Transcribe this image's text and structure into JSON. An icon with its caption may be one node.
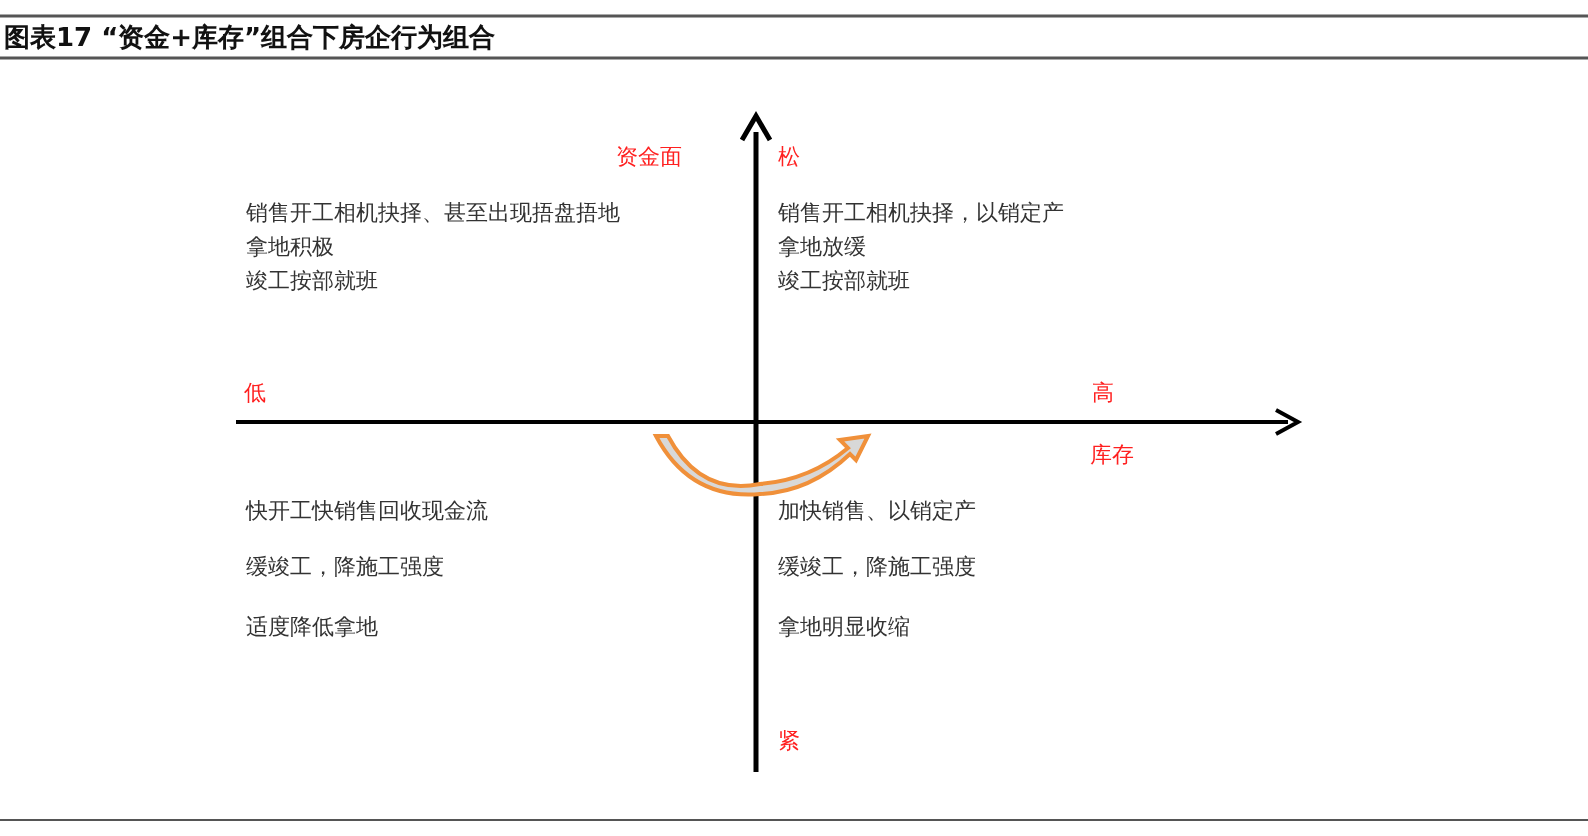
{
  "diagram": {
    "title": "图表17 “资金+库存”组合下房企行为组合",
    "labels": [
      "资金面",
      "松",
      "销售开工相机抉择、甚至出现捂盘捂地",
      "销售开工相机抉择，以销定产",
      "拿地积极",
      "拿地放缓",
      "竣工按部就班",
      "竣工按部就班",
      "低",
      "高",
      "库存",
      "快开工快销售回收现金流",
      "加快销售、以销定产",
      "缓竣工，降施工强度",
      "缓竣工，降施工强度",
      "适度降低拿地",
      "拿地明显收缩",
      "紧"
    ]
  }
}
